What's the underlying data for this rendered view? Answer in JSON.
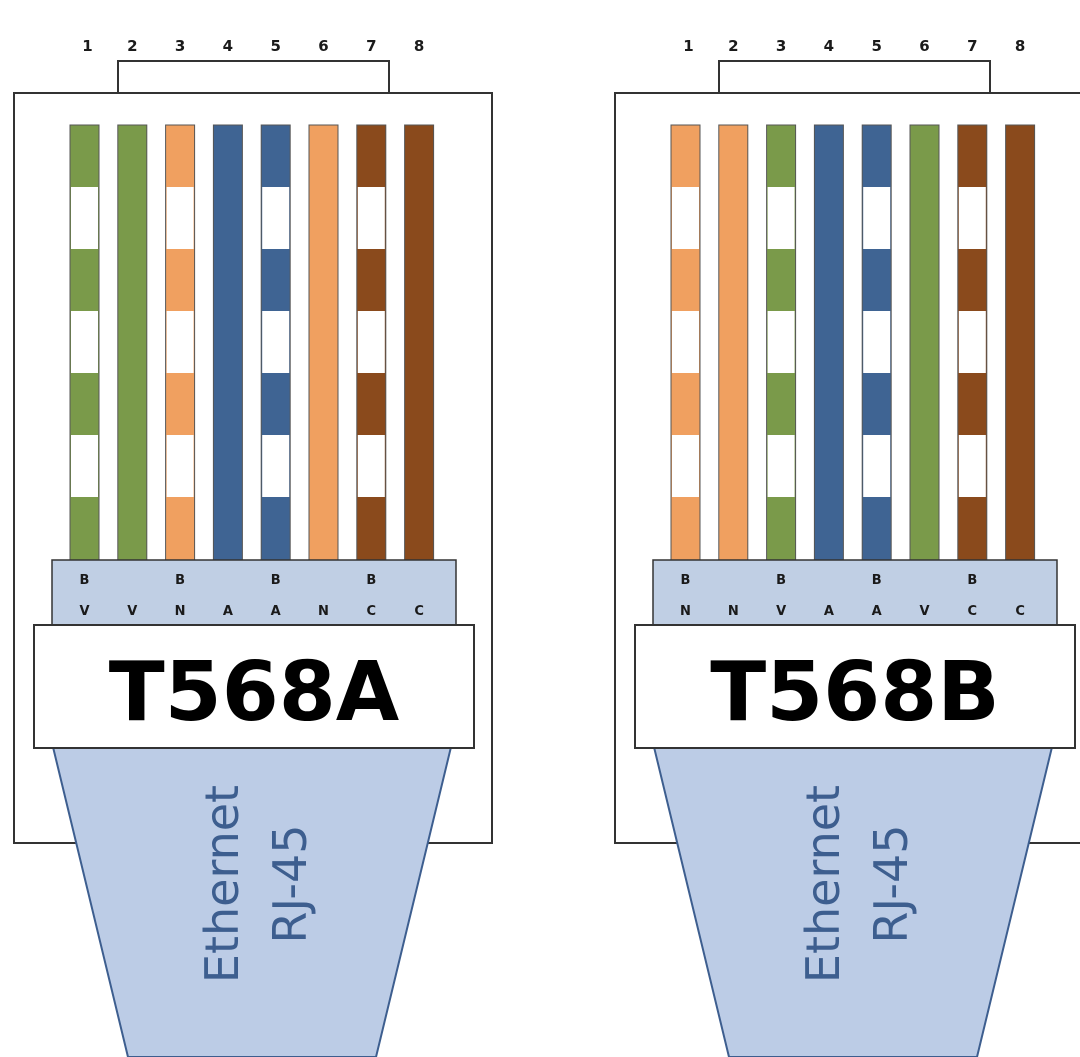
{
  "colors": {
    "green": "#7a9a4a",
    "orange": "#f0a060",
    "blue": "#3f6493",
    "brown": "#8a4a1c",
    "white": "#ffffff",
    "code_band": "#c0cfe4",
    "cable_fill": "#bccce6",
    "cable_stroke": "#3d5e8f",
    "cable_text": "#3d5e8f",
    "outline": "#333333"
  },
  "connectors": [
    {
      "standard_label": "T568A",
      "cable_label_1": "Ethernet",
      "cable_label_2": "RJ-45",
      "pins": [
        {
          "number": "1",
          "color": "green",
          "striped": true,
          "code_top": "B",
          "code_bottom": "V"
        },
        {
          "number": "2",
          "color": "green",
          "striped": false,
          "code_top": "",
          "code_bottom": "V"
        },
        {
          "number": "3",
          "color": "orange",
          "striped": true,
          "code_top": "B",
          "code_bottom": "N"
        },
        {
          "number": "4",
          "color": "blue",
          "striped": false,
          "code_top": "",
          "code_bottom": "A"
        },
        {
          "number": "5",
          "color": "blue",
          "striped": true,
          "code_top": "B",
          "code_bottom": "A"
        },
        {
          "number": "6",
          "color": "orange",
          "striped": false,
          "code_top": "",
          "code_bottom": "N"
        },
        {
          "number": "7",
          "color": "brown",
          "striped": true,
          "code_top": "B",
          "code_bottom": "C"
        },
        {
          "number": "8",
          "color": "brown",
          "striped": false,
          "code_top": "",
          "code_bottom": "C"
        }
      ]
    },
    {
      "standard_label": "T568B",
      "cable_label_1": "Ethernet",
      "cable_label_2": "RJ-45",
      "pins": [
        {
          "number": "1",
          "color": "orange",
          "striped": true,
          "code_top": "B",
          "code_bottom": "N"
        },
        {
          "number": "2",
          "color": "orange",
          "striped": false,
          "code_top": "",
          "code_bottom": "N"
        },
        {
          "number": "3",
          "color": "green",
          "striped": true,
          "code_top": "B",
          "code_bottom": "V"
        },
        {
          "number": "4",
          "color": "blue",
          "striped": false,
          "code_top": "",
          "code_bottom": "A"
        },
        {
          "number": "5",
          "color": "blue",
          "striped": true,
          "code_top": "B",
          "code_bottom": "A"
        },
        {
          "number": "6",
          "color": "green",
          "striped": false,
          "code_top": "",
          "code_bottom": "V"
        },
        {
          "number": "7",
          "color": "brown",
          "striped": true,
          "code_top": "B",
          "code_bottom": "C"
        },
        {
          "number": "8",
          "color": "brown",
          "striped": false,
          "code_top": "",
          "code_bottom": "C"
        }
      ]
    }
  ]
}
